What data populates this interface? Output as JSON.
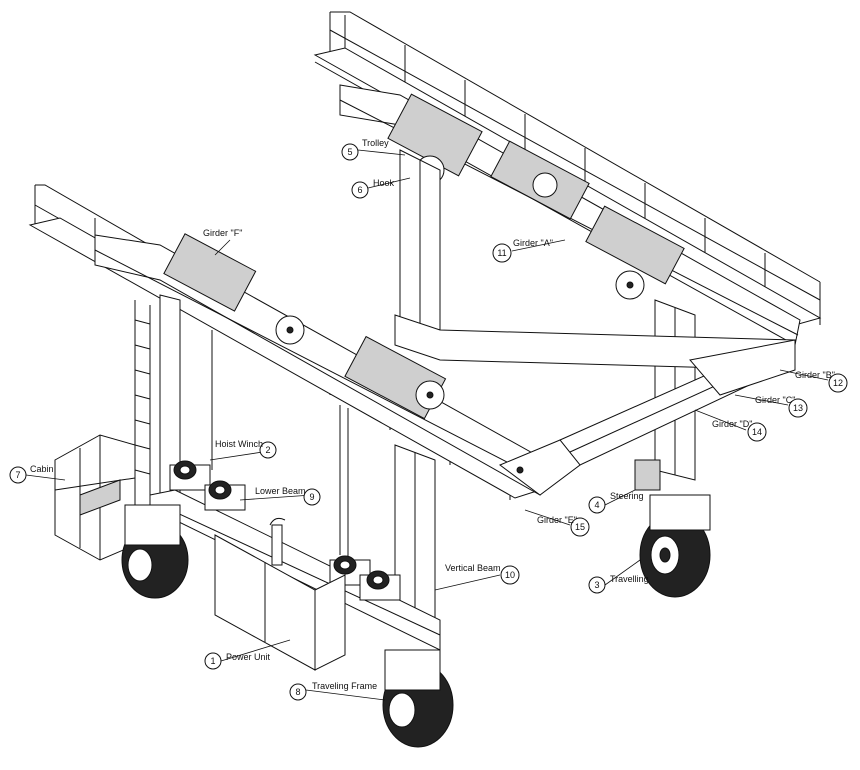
{
  "diagram": {
    "labels": [
      {
        "num": "1",
        "text": "Power Unit"
      },
      {
        "num": "2",
        "text": "Hoist Winch"
      },
      {
        "num": "3",
        "text": "Travelling"
      },
      {
        "num": "4",
        "text": "Steering"
      },
      {
        "num": "5",
        "text": "Trolley"
      },
      {
        "num": "6",
        "text": "Hook"
      },
      {
        "num": "7",
        "text": "Cabin"
      },
      {
        "num": "8",
        "text": "Traveling Frame"
      },
      {
        "num": "9",
        "text": "Lower Beam"
      },
      {
        "num": "10",
        "text": "Vertical Beam"
      },
      {
        "num": "11",
        "text": "Girder \"A\""
      },
      {
        "num": "12",
        "text": "Girder \"B\""
      },
      {
        "num": "13",
        "text": "Girder \"C\""
      },
      {
        "num": "14",
        "text": "Girder \"D\""
      },
      {
        "num": "15",
        "text": "Girder \"E\""
      },
      {
        "num": "",
        "text": "Girder \"F\""
      }
    ]
  }
}
